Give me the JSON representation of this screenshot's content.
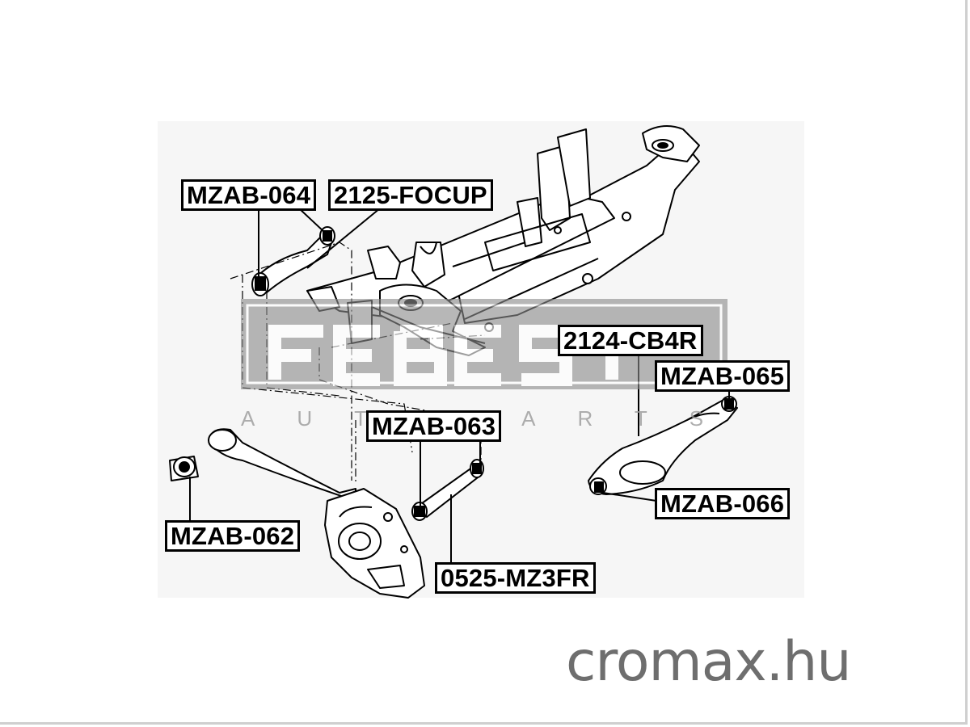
{
  "labels": {
    "mzab_064": "MZAB-064",
    "focup_2125": "2125-FOCUP",
    "cb4r_2124": "2124-CB4R",
    "mzab_065": "MZAB-065",
    "mzab_063": "MZAB-063",
    "mzab_062": "MZAB-062",
    "mzab_066": "MZAB-066",
    "mz3fr_0525": "0525-MZ3FR"
  },
  "watermark": {
    "brand": "FEBEST",
    "tagline": "AUTOPARTS"
  },
  "site": "cromax.hu",
  "colors": {
    "line": "#000000",
    "watermark": "#8c8c8c",
    "site_text": "#6e6e6e"
  }
}
